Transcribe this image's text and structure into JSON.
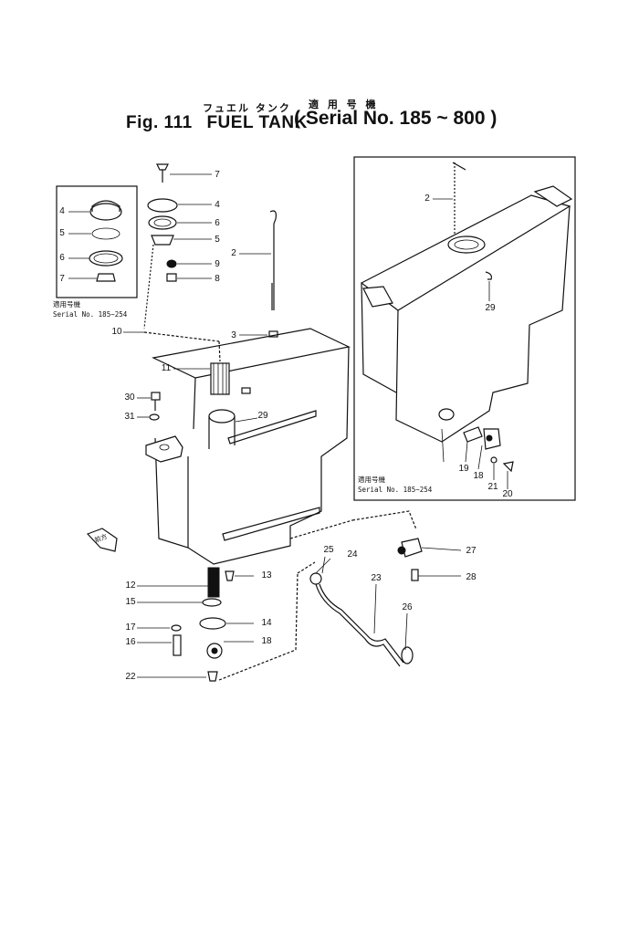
{
  "title": {
    "katakana": "フュエル タンク",
    "bracket_jp": "適 用 号 機",
    "fig_label": "Fig. 111",
    "part_name": "FUEL TANK",
    "serial_range": "( Serial No. 185 ~ 800 )"
  },
  "notes": {
    "left_box_jp": "適用号機",
    "left_box_serial": "Serial No. 185~254",
    "right_box_jp": "適用号機",
    "right_box_serial": "Serial No. 185~254",
    "front_arrow": "前方"
  },
  "callouts": [
    {
      "id": "c7a",
      "text": "7"
    },
    {
      "id": "c4a",
      "text": "4"
    },
    {
      "id": "c6a",
      "text": "6"
    },
    {
      "id": "c5a",
      "text": "5"
    },
    {
      "id": "c9",
      "text": "9"
    },
    {
      "id": "c8",
      "text": "8"
    },
    {
      "id": "c2a",
      "text": "2"
    },
    {
      "id": "c3",
      "text": "3"
    },
    {
      "id": "c10",
      "text": "10"
    },
    {
      "id": "c11",
      "text": "11"
    },
    {
      "id": "c30",
      "text": "30"
    },
    {
      "id": "c31",
      "text": "31"
    },
    {
      "id": "c29a",
      "text": "29"
    },
    {
      "id": "c4b",
      "text": "4"
    },
    {
      "id": "c5b",
      "text": "5"
    },
    {
      "id": "c6b",
      "text": "6"
    },
    {
      "id": "c7b",
      "text": "7"
    },
    {
      "id": "c2b",
      "text": "2"
    },
    {
      "id": "c29b",
      "text": "29"
    },
    {
      "id": "c19a",
      "text": "19"
    },
    {
      "id": "c18a",
      "text": "18"
    },
    {
      "id": "c21",
      "text": "21"
    },
    {
      "id": "c20",
      "text": "20"
    },
    {
      "id": "c25",
      "text": "25"
    },
    {
      "id": "c24",
      "text": "24"
    },
    {
      "id": "c27",
      "text": "27"
    },
    {
      "id": "c28",
      "text": "28"
    },
    {
      "id": "c23",
      "text": "23"
    },
    {
      "id": "c26",
      "text": "26"
    },
    {
      "id": "c12",
      "text": "12"
    },
    {
      "id": "c13",
      "text": "13"
    },
    {
      "id": "c15",
      "text": "15"
    },
    {
      "id": "c14",
      "text": "14"
    },
    {
      "id": "c17",
      "text": "17"
    },
    {
      "id": "c16",
      "text": "16"
    },
    {
      "id": "c18b",
      "text": "18"
    },
    {
      "id": "c22",
      "text": "22"
    }
  ],
  "colors": {
    "ink": "#111111",
    "paper": "#ffffff"
  }
}
